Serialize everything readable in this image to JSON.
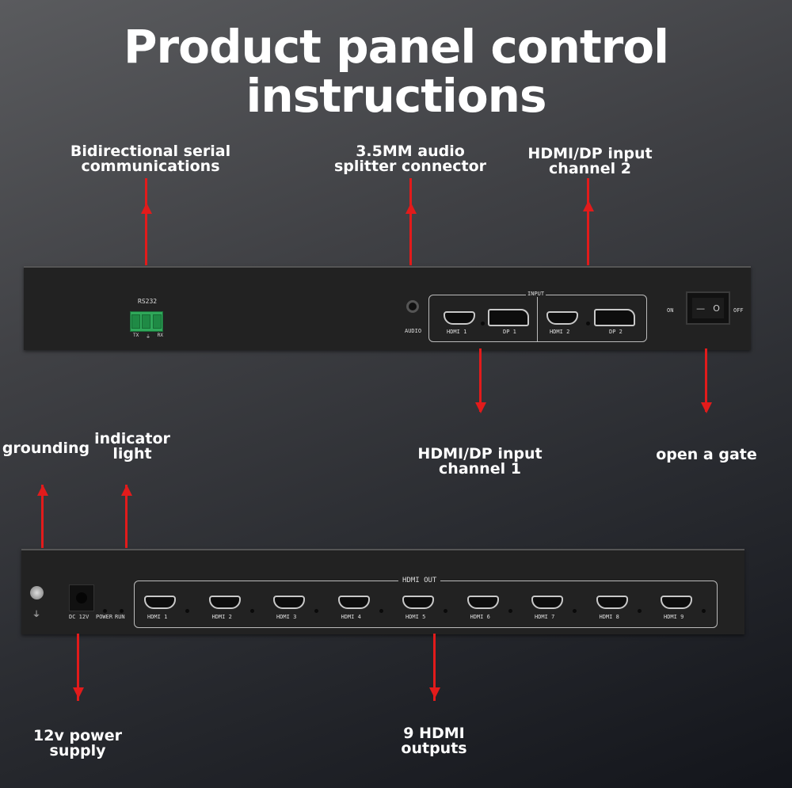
{
  "title": {
    "line1": "Product panel control",
    "line2": "instructions"
  },
  "annotations": {
    "rs232": {
      "line1": "Bidirectional serial",
      "line2": "communications"
    },
    "audio": {
      "line1": "3.5MM audio",
      "line2": "splitter connector"
    },
    "input2": {
      "line1": "HDMI/DP input",
      "line2": "channel 2"
    },
    "input1": {
      "line1": "HDMI/DP input",
      "line2": "channel 1"
    },
    "switch": {
      "line1": "open a gate"
    },
    "grounding": {
      "line1": "grounding"
    },
    "indicator": {
      "line1": "indicator",
      "line2": "light"
    },
    "power": {
      "line1": "12v power",
      "line2": "supply"
    },
    "outputs": {
      "line1": "9 HDMI",
      "line2": "outputs"
    }
  },
  "front_panel": {
    "rs232_label": "RS232",
    "rs232_pins": [
      "TX",
      "⏚",
      "RX"
    ],
    "audio_label": "AUDIO",
    "input_group_label": "INPUT",
    "ports": [
      "HDMI 1",
      "DP 1",
      "HDMI 2",
      "DP 2"
    ],
    "switch_on": "ON",
    "switch_off": "OFF",
    "switch_symbols": [
      "—",
      "O"
    ]
  },
  "rear_panel": {
    "ground_symbol": "⏚",
    "dc_label": "DC 12V",
    "power_led_label": "POWER",
    "run_led_label": "RUN",
    "output_group_label": "HDMI OUT",
    "outputs": [
      "HDMI 1",
      "HDMI 2",
      "HDMI 3",
      "HDMI 4",
      "HDMI 5",
      "HDMI 6",
      "HDMI 7",
      "HDMI 8",
      "HDMI 9"
    ]
  },
  "colors": {
    "accent": "#e21b1b",
    "connector_green": "#2fa85a"
  }
}
